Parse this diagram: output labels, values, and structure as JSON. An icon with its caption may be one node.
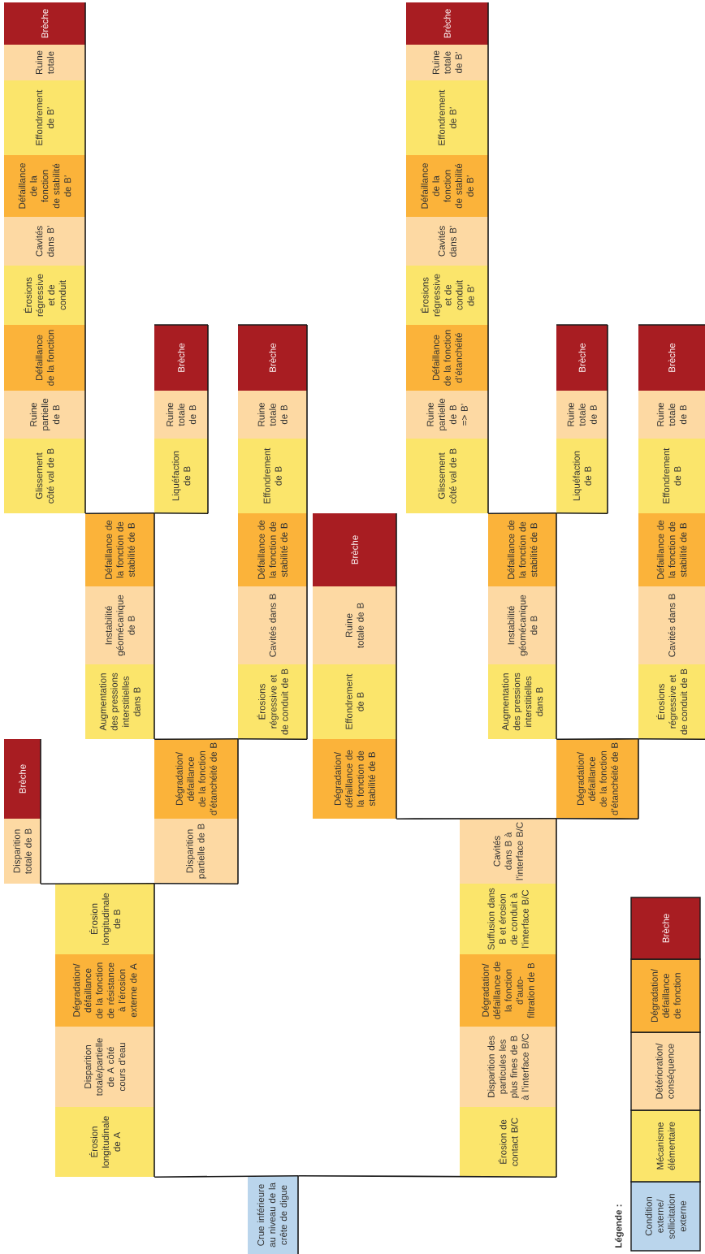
{
  "diagram": {
    "nodes": [
      {
        "text": [
          "Crue inférieure au niveau de la crête de digue"
        ]
      },
      {
        "text": [
          "Érosion longitudinale de A"
        ]
      },
      {
        "text": [
          "Disparition totale/partielle de A côté cours d’eau"
        ]
      },
      {
        "text": [
          "Dégradation/ défaillance de la fonction de résistance à l’érosion externe de A"
        ]
      },
      {
        "text": [
          "Érosion longitudinale de B"
        ]
      },
      {
        "text": [
          "Disparition totale de B"
        ]
      },
      {
        "text": [
          "Brèche"
        ]
      },
      {
        "text": [
          "Disparition partielle de B"
        ]
      },
      {
        "text": [
          "Dégradation/ défaillance de la fonction d’étanchéité de B"
        ]
      },
      {
        "text": [
          "Augmentation des pressions interstitielles dans B"
        ]
      },
      {
        "text": [
          "Instabilité géomécanique de B"
        ]
      },
      {
        "text": [
          "Défaillance de la fonction de stabilité de B"
        ]
      },
      {
        "text": [
          "Glissement côté val de B"
        ]
      },
      {
        "text": [
          "Ruine partielle de B"
        ]
      },
      {
        "text": [
          "Défaillance de la fonction"
        ]
      },
      {
        "text": [
          "Érosions régressive et de conduit"
        ]
      },
      {
        "text": [
          "Cavités dans B’"
        ]
      },
      {
        "text": [
          "Défaillance de la fonction de stabilité de B’"
        ]
      },
      {
        "text": [
          "Effondrement de B’"
        ]
      },
      {
        "text": [
          "Ruine totale"
        ]
      },
      {
        "text": [
          "Brèche"
        ]
      },
      {
        "text": [
          "Liquéfaction de B"
        ]
      },
      {
        "text": [
          "Ruine totale de B"
        ]
      },
      {
        "text": [
          "Brèche"
        ]
      },
      {
        "text": [
          "Érosions régressive et de conduit de B"
        ]
      },
      {
        "text": [
          "Cavités dans B"
        ]
      },
      {
        "text": [
          "Défaillance de la fonction de stabilité de B"
        ]
      },
      {
        "text": [
          "Effondrement de B"
        ]
      },
      {
        "text": [
          "Ruine totale de B"
        ]
      },
      {
        "text": [
          "Brèche"
        ]
      },
      {
        "text": [
          "Érosion de contact B/C"
        ]
      },
      {
        "text": [
          "Disparition des particules les plus fines de B à l’interface B/C"
        ]
      },
      {
        "text": [
          "Dégradation/ défaillance de la fonction d’auto-filtration de B"
        ]
      },
      {
        "text": [
          "Suffusion dans B et érosion de conduit à l’interface B/C"
        ]
      },
      {
        "text": [
          "Cavités dans B à l’interface B/C"
        ]
      },
      {
        "text": [
          "Dégradation/ défaillance de la fonction de stabilité de B"
        ]
      },
      {
        "text": [
          "Effondrement de B"
        ]
      },
      {
        "text": [
          "Ruine totale de B"
        ]
      },
      {
        "text": [
          "Brèche"
        ]
      },
      {
        "text": [
          "Dégradation/ défaillance de la fonction d’étanchéité de B"
        ]
      },
      {
        "text": [
          "Augmentation des pressions interstitielles dans B"
        ]
      },
      {
        "text": [
          "Instabilité géomécanique de B"
        ]
      },
      {
        "text": [
          "Défaillance de la fonction de stabilité de B"
        ]
      },
      {
        "text": [
          "Glissement côté val de B"
        ]
      },
      {
        "text": [
          "Ruine partielle de B => B’"
        ]
      },
      {
        "text": [
          "Défaillance de la fonction d’étanchéité"
        ]
      },
      {
        "text": [
          "Érosions régressive et de conduit de B’"
        ]
      },
      {
        "text": [
          "Cavités dans B’"
        ]
      },
      {
        "text": [
          "Défaillance de la fonction de stabilité de B’"
        ]
      },
      {
        "text": [
          "Effondrement de B’"
        ]
      },
      {
        "text": [
          "Ruine totale de B’"
        ]
      },
      {
        "text": [
          "Brèche"
        ]
      },
      {
        "text": [
          "Liquéfaction de B"
        ]
      },
      {
        "text": [
          "Ruine totale de B"
        ]
      },
      {
        "text": [
          "Brèche"
        ]
      },
      {
        "text": [
          "Érosions régressive et de conduit de B"
        ]
      },
      {
        "text": [
          "Cavités dans B"
        ]
      },
      {
        "text": [
          "Défaillance de la fonction de stabilité de B"
        ]
      },
      {
        "text": [
          "Effondrement de B"
        ]
      },
      {
        "text": [
          "Ruine totale de B"
        ]
      },
      {
        "text": [
          "Brèche"
        ]
      }
    ],
    "edges": [
      {
        "from": 0,
        "to": 1,
        "arrow": "none"
      },
      {
        "from": 0,
        "to": 30,
        "arrow": "none"
      },
      {
        "from": 4,
        "to": 5,
        "arrow": "none"
      },
      {
        "from": 4,
        "to": 7,
        "arrow": "none"
      },
      {
        "from": 8,
        "to": 9,
        "arrow": "none"
      },
      {
        "from": 8,
        "to": 24,
        "arrow": "none"
      },
      {
        "from": 11,
        "to": 12,
        "arrow": "none"
      },
      {
        "from": 11,
        "to": 21,
        "arrow": "none"
      },
      {
        "from": 34,
        "to": 35,
        "arrow": "none"
      },
      {
        "from": 34,
        "to": 39,
        "arrow": "none"
      },
      {
        "from": 39,
        "to": 40,
        "arrow": "none"
      },
      {
        "from": 39,
        "to": 55,
        "arrow": "none"
      },
      {
        "from": 42,
        "to": 43,
        "arrow": "none"
      },
      {
        "from": 42,
        "to": 52,
        "arrow": "none"
      }
    ],
    "labels": [
      "Légende :"
    ],
    "legend": [
      {
        "text": "Condition externe/ sollicitation externe",
        "color": "#bad5ec"
      },
      {
        "text": "Mécanisme élémentaire",
        "color": "#fbe56b"
      },
      {
        "text": "Détérioration/ conséquence",
        "color": "#fdd9a3"
      },
      {
        "text": "Dégradation/ défaillance de fonction",
        "color": "#fbb33a"
      },
      {
        "text": "Brèche",
        "color": "#a81d22"
      }
    ]
  }
}
